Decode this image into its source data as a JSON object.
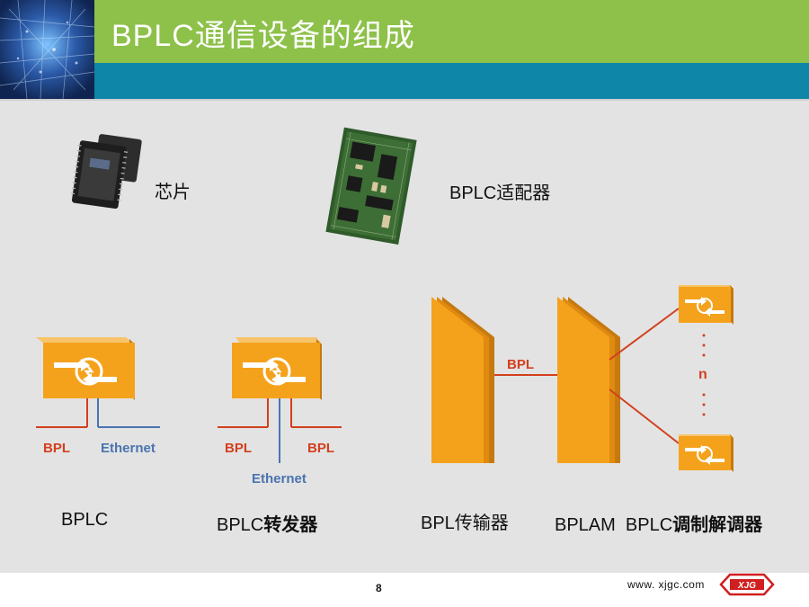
{
  "slide": {
    "title": "BPLC通信设备的组成",
    "page_number": "8",
    "footer_url": "www. xjgc.com",
    "logo_text": "XJG"
  },
  "images": {
    "chip_label": "芯片",
    "adapter_label": "BPLC适配器"
  },
  "devices": {
    "bplc": {
      "label": "BPLC",
      "port_left": "BPL",
      "port_right": "Ethernet"
    },
    "repeater": {
      "label_prefix": "BPLC",
      "label_suffix": "转发器",
      "port_left": "BPL",
      "port_right": "BPL",
      "port_bottom": "Ethernet"
    },
    "transmitter": {
      "label": "BPL传输器"
    },
    "link_label": "BPL",
    "multi_dots_label": "n",
    "modem": {
      "label_prefix": "BPLAM  BPLC",
      "label_suffix": "调制解调器"
    }
  },
  "colors": {
    "title_bar": "#8dc14a",
    "sub_bar": "#0e86a8",
    "device_orange": "#f4a21c",
    "bpl_red": "#d2401e",
    "ethernet_blue": "#4a74b0"
  }
}
